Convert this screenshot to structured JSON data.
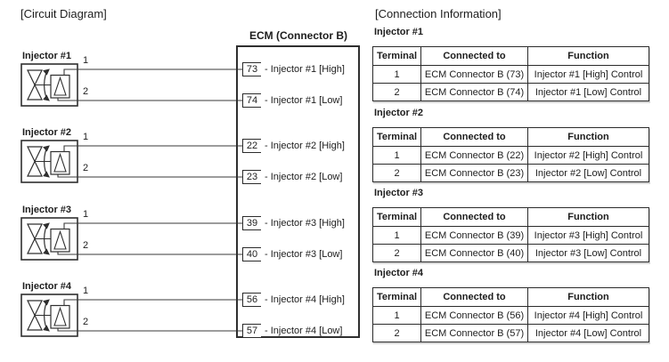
{
  "palette": {
    "ink": "#1d1d1d",
    "line": "#3a3a3a",
    "paper": "#ffffff"
  },
  "titles": {
    "circuit": "[Circuit Diagram]",
    "connection": "[Connection Information]"
  },
  "circuit": {
    "ecm_title": "ECM (Connector B)",
    "injectors": [
      {
        "name": "Injector #1",
        "pins": [
          {
            "terminal": "1",
            "pin": "73",
            "label": "- Injector #1 [High]"
          },
          {
            "terminal": "2",
            "pin": "74",
            "label": "- Injector #1 [Low]"
          }
        ]
      },
      {
        "name": "Injector #2",
        "pins": [
          {
            "terminal": "1",
            "pin": "22",
            "label": "- Injector #2 [High]"
          },
          {
            "terminal": "2",
            "pin": "23",
            "label": "- Injector #2 [Low]"
          }
        ]
      },
      {
        "name": "Injector #3",
        "pins": [
          {
            "terminal": "1",
            "pin": "39",
            "label": "- Injector #3 [High]"
          },
          {
            "terminal": "2",
            "pin": "40",
            "label": "- Injector #3 [Low]"
          }
        ]
      },
      {
        "name": "Injector #4",
        "pins": [
          {
            "terminal": "1",
            "pin": "56",
            "label": "- Injector #4 [High]"
          },
          {
            "terminal": "2",
            "pin": "57",
            "label": "- Injector #4 [Low]"
          }
        ]
      }
    ]
  },
  "connection": {
    "tables": [
      {
        "title": "Injector #1",
        "headers": [
          "Terminal",
          "Connected to",
          "Function"
        ],
        "rows": [
          [
            "1",
            "ECM Connector B (73)",
            "Injector #1 [High] Control"
          ],
          [
            "2",
            "ECM Connector B (74)",
            "Injector #1 [Low] Control"
          ]
        ]
      },
      {
        "title": "Injector #2",
        "headers": [
          "Terminal",
          "Connected to",
          "Function"
        ],
        "rows": [
          [
            "1",
            "ECM Connector B (22)",
            "Injector #2 [High] Control"
          ],
          [
            "2",
            "ECM Connector B (23)",
            "Injector #2 [Low] Control"
          ]
        ]
      },
      {
        "title": "Injector #3",
        "headers": [
          "Terminal",
          "Connected to",
          "Function"
        ],
        "rows": [
          [
            "1",
            "ECM Connector B (39)",
            "Injector #3 [High] Control"
          ],
          [
            "2",
            "ECM Connector B (40)",
            "Injector #3 [Low] Control"
          ]
        ]
      },
      {
        "title": "Injector #4",
        "headers": [
          "Terminal",
          "Connected to",
          "Function"
        ],
        "rows": [
          [
            "1",
            "ECM Connector B (56)",
            "Injector #4 [High] Control"
          ],
          [
            "2",
            "ECM Connector B (57)",
            "Injector #4 [Low] Control"
          ]
        ]
      }
    ]
  }
}
